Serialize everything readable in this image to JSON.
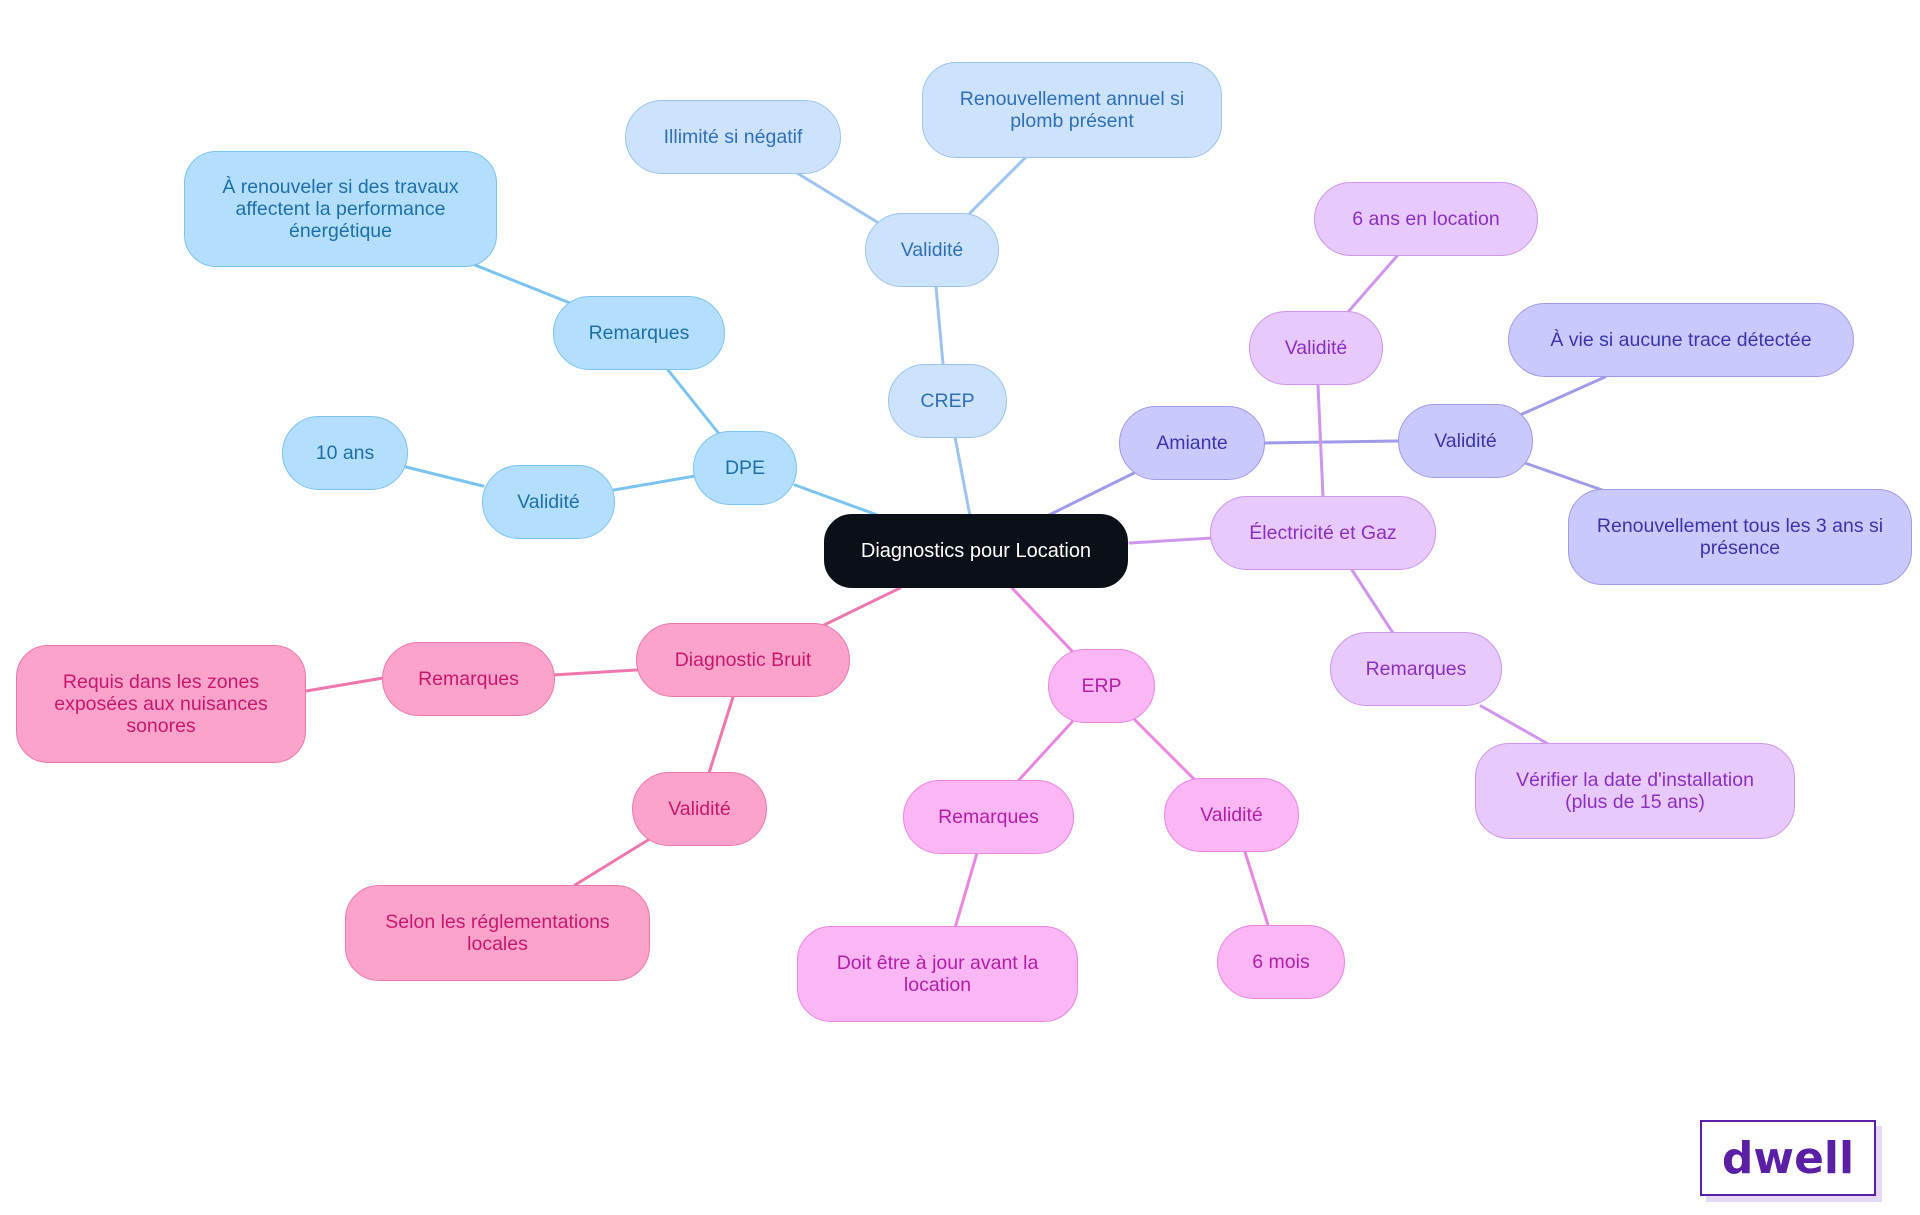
{
  "root": {
    "label": "Diagnostics pour Location"
  },
  "dpe": {
    "label": "DPE",
    "remarques": {
      "label": "Remarques",
      "detail": "À renouveler si des travaux affectent la performance énergétique"
    },
    "validite": {
      "label": "Validité",
      "detail": "10 ans"
    }
  },
  "crep": {
    "label": "CREP",
    "validite": {
      "label": "Validité",
      "detail_a": "Illimité si négatif",
      "detail_b": "Renouvellement annuel si plomb présent"
    }
  },
  "amiante": {
    "label": "Amiante",
    "validite": {
      "label": "Validité",
      "detail_a": "À vie si aucune trace détectée",
      "detail_b": "Renouvellement tous les 3 ans si présence"
    }
  },
  "elec": {
    "label": "Électricité et Gaz",
    "validite": {
      "label": "Validité",
      "detail": "6 ans en location"
    },
    "remarques": {
      "label": "Remarques",
      "detail": "Vérifier la date d'installation (plus de 15 ans)"
    }
  },
  "erp": {
    "label": "ERP",
    "remarques": {
      "label": "Remarques",
      "detail": "Doit être à jour avant la location"
    },
    "validite": {
      "label": "Validité",
      "detail": "6 mois"
    }
  },
  "bruit": {
    "label": "Diagnostic Bruit",
    "remarques": {
      "label": "Remarques",
      "detail": "Requis dans les zones exposées aux nuisances sonores"
    },
    "validite": {
      "label": "Validité",
      "detail": "Selon les réglementations locales"
    }
  },
  "logo": {
    "text": "dwell"
  },
  "colors": {
    "dpe": "#7cc4f0",
    "crep": "#9cc4ef",
    "amiante": "#9e9ce8",
    "elec": "#cf96ec",
    "erp": "#ea86e0",
    "bruit": "#ee78ad",
    "root": "#0b1018",
    "logo": "#5b1fa6"
  }
}
